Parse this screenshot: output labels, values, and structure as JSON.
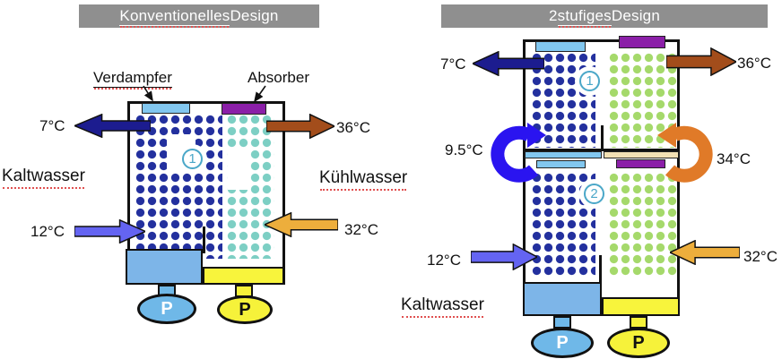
{
  "colors": {
    "banner_bg": "#8f8f8f",
    "banner_text": "#ffffff",
    "navy_dot": "#23309e",
    "teal_dot": "#7dcfc4",
    "green_dot": "#a5d96b",
    "evaporator_blue": "#82c7ef",
    "absorber_purple": "#8b1fa8",
    "sump_blue": "#7db5e8",
    "sump_yellow": "#f8f43c",
    "pump_blue": "#6fb8e8",
    "pump_yellow": "#f6f23a",
    "tan_bar": "#f2e0b4",
    "arrow_navy": "#1c1c8f",
    "arrow_brown": "#a34d1b",
    "arrow_blue": "#6464f2",
    "arrow_orange": "#edae3c",
    "arrow_curve_blue": "#2a14f0",
    "arrow_curve_orange": "#e07a28",
    "badge_teal": "#4aa7c8",
    "spellcheck_red": "#e05050"
  },
  "left": {
    "title_misspelled": "Konventionelles",
    "title_rest": " Design",
    "evaporator_label": "Verdampfer",
    "absorber_label": "Absorber",
    "temp_out_left": "7°C",
    "water_left": "Kaltwasser",
    "temp_in_left": "12°C",
    "temp_out_right": "36°C",
    "water_right": "Kühlwasser",
    "temp_in_right": "32°C",
    "stage_badge": "1",
    "pump_left": "P",
    "pump_right": "P"
  },
  "right": {
    "title_prefix": "2 ",
    "title_misspelled": "stufiges",
    "title_rest": " Design",
    "temp_out_top": "7°C",
    "temp_mid_left": "9.5°C",
    "temp_in_bottom": "12°C",
    "water_label": "Kaltwasser",
    "temp_out_right": "36°C",
    "temp_mid_right": "34°C",
    "temp_in_right": "32°C",
    "stage1_badge": "1",
    "stage2_badge": "2",
    "pump_left": "P",
    "pump_right": "P"
  }
}
